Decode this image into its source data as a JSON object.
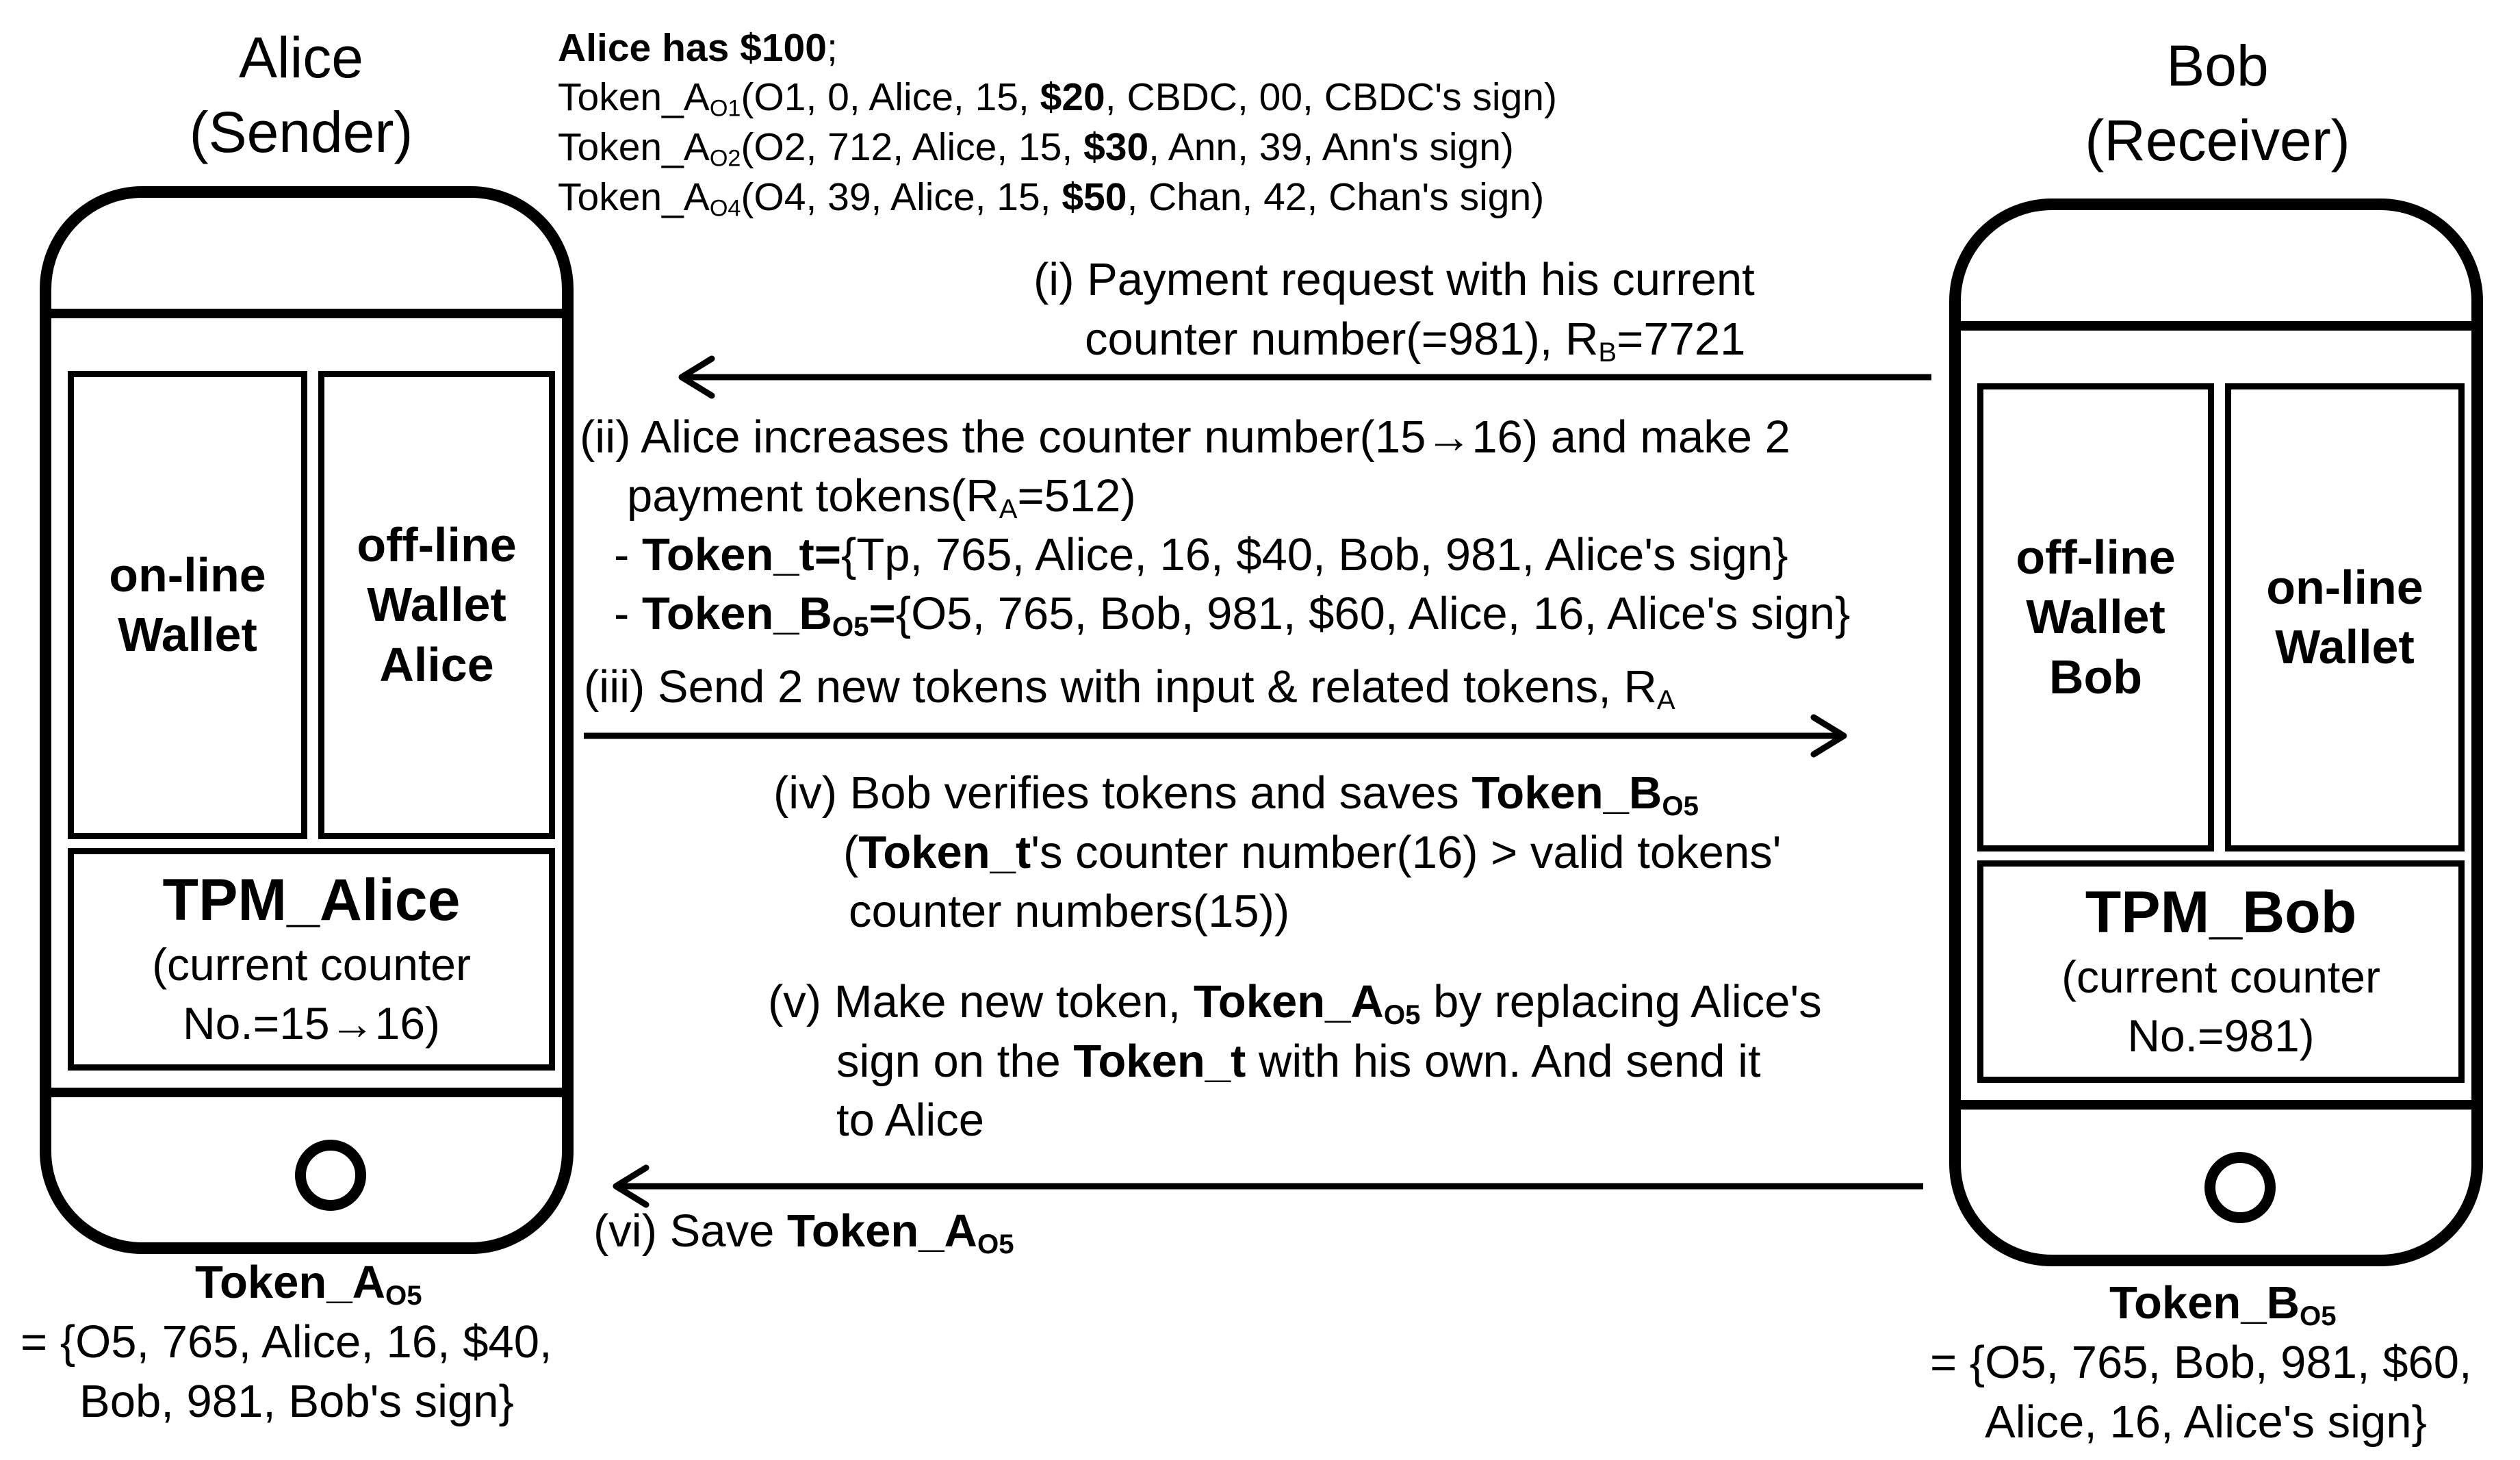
{
  "alice": {
    "name": "Alice",
    "role": "(Sender)",
    "wallet_online_1": "on-line",
    "wallet_online_2": "Wallet",
    "wallet_offline_1": "off-line",
    "wallet_offline_2": "Wallet",
    "wallet_offline_3": "Alice",
    "tpm_title": "TPM_Alice",
    "tpm_line1": "(current counter",
    "tpm_line2": "No.=15→16)"
  },
  "bob": {
    "name": "Bob",
    "role": "(Receiver)",
    "wallet_offline_1": "off-line",
    "wallet_offline_2": "Wallet",
    "wallet_offline_3": "Bob",
    "wallet_online_1": "on-line",
    "wallet_online_2": "Wallet",
    "tpm_title": "TPM_Bob",
    "tpm_line1": "(current counter",
    "tpm_line2": "No.=981)"
  },
  "balance": {
    "head_bold": "Alice has $100",
    "head_rest": ";",
    "tokens": [
      {
        "pre": "Token_A",
        "sub": "O1",
        "mid": "(O1, 0, Alice, 15, ",
        "amount": "$20",
        "post": ", CBDC, 00, CBDC's sign)"
      },
      {
        "pre": "Token_A",
        "sub": "O2",
        "mid": "(O2, 712, Alice, 15, ",
        "amount": "$30",
        "post": ", Ann, 39, Ann's sign)"
      },
      {
        "pre": "Token_A",
        "sub": "O4",
        "mid": "(O4, 39, Alice, 15, ",
        "amount": "$50",
        "post": ", Chan, 42, Chan's sign)"
      }
    ]
  },
  "steps": {
    "s1_line1": "(i) Payment request with his current",
    "s1_line2_pre": "counter number(=981), R",
    "s1_line2_sub": "B",
    "s1_line2_post": "=7721",
    "s2_line1": "(ii) Alice increases the counter number(15→16) and make 2",
    "s2_line2_pre": "payment tokens(R",
    "s2_line2_sub": "A",
    "s2_line2_post": "=512)",
    "s2_line3_dash": "- ",
    "s2_line3_bold": "Token_t=",
    "s2_line3_rest": "{Tp, 765, Alice, 16, $40, Bob, 981, Alice's sign}",
    "s2_line4_dash": "- ",
    "s2_line4_bold": "Token_B",
    "s2_line4_sub": "O5",
    "s2_line4_eq": "=",
    "s2_line4_rest": "{O5, 765, Bob, 981, $60, Alice, 16, Alice's sign}",
    "s3_pre": "(iii) Send 2 new tokens with input & related tokens, R",
    "s3_sub": "A",
    "s4_line1_pre": "(iv) Bob verifies tokens and saves ",
    "s4_line1_bold": "Token_B",
    "s4_line1_sub": "O5",
    "s4_line2_open": "(",
    "s4_line2_bold": "Token_t",
    "s4_line2_rest": "'s counter number(16) > valid tokens'",
    "s4_line3": "counter numbers(15))",
    "s5_line1_pre": "(v) Make new token, ",
    "s5_line1_bold": "Token_A",
    "s5_line1_sub": "O5",
    "s5_line1_post": " by replacing Alice's",
    "s5_line2_pre": "sign on  the ",
    "s5_line2_bold": "Token_t",
    "s5_line2_post": " with his own. And send it",
    "s5_line3": "to Alice",
    "s6_pre": "(vi) Save ",
    "s6_bold": "Token_A",
    "s6_sub": "O5"
  },
  "result_alice": {
    "title": "Token_A",
    "sub": "O5",
    "line1": "= {O5, 765, Alice, 16, $40,",
    "line2": "Bob, 981, Bob's sign}"
  },
  "result_bob": {
    "title": "Token_B",
    "sub": "O5",
    "line1": "= {O5, 765, Bob, 981, $60,",
    "line2": "Alice, 16, Alice's sign}"
  }
}
